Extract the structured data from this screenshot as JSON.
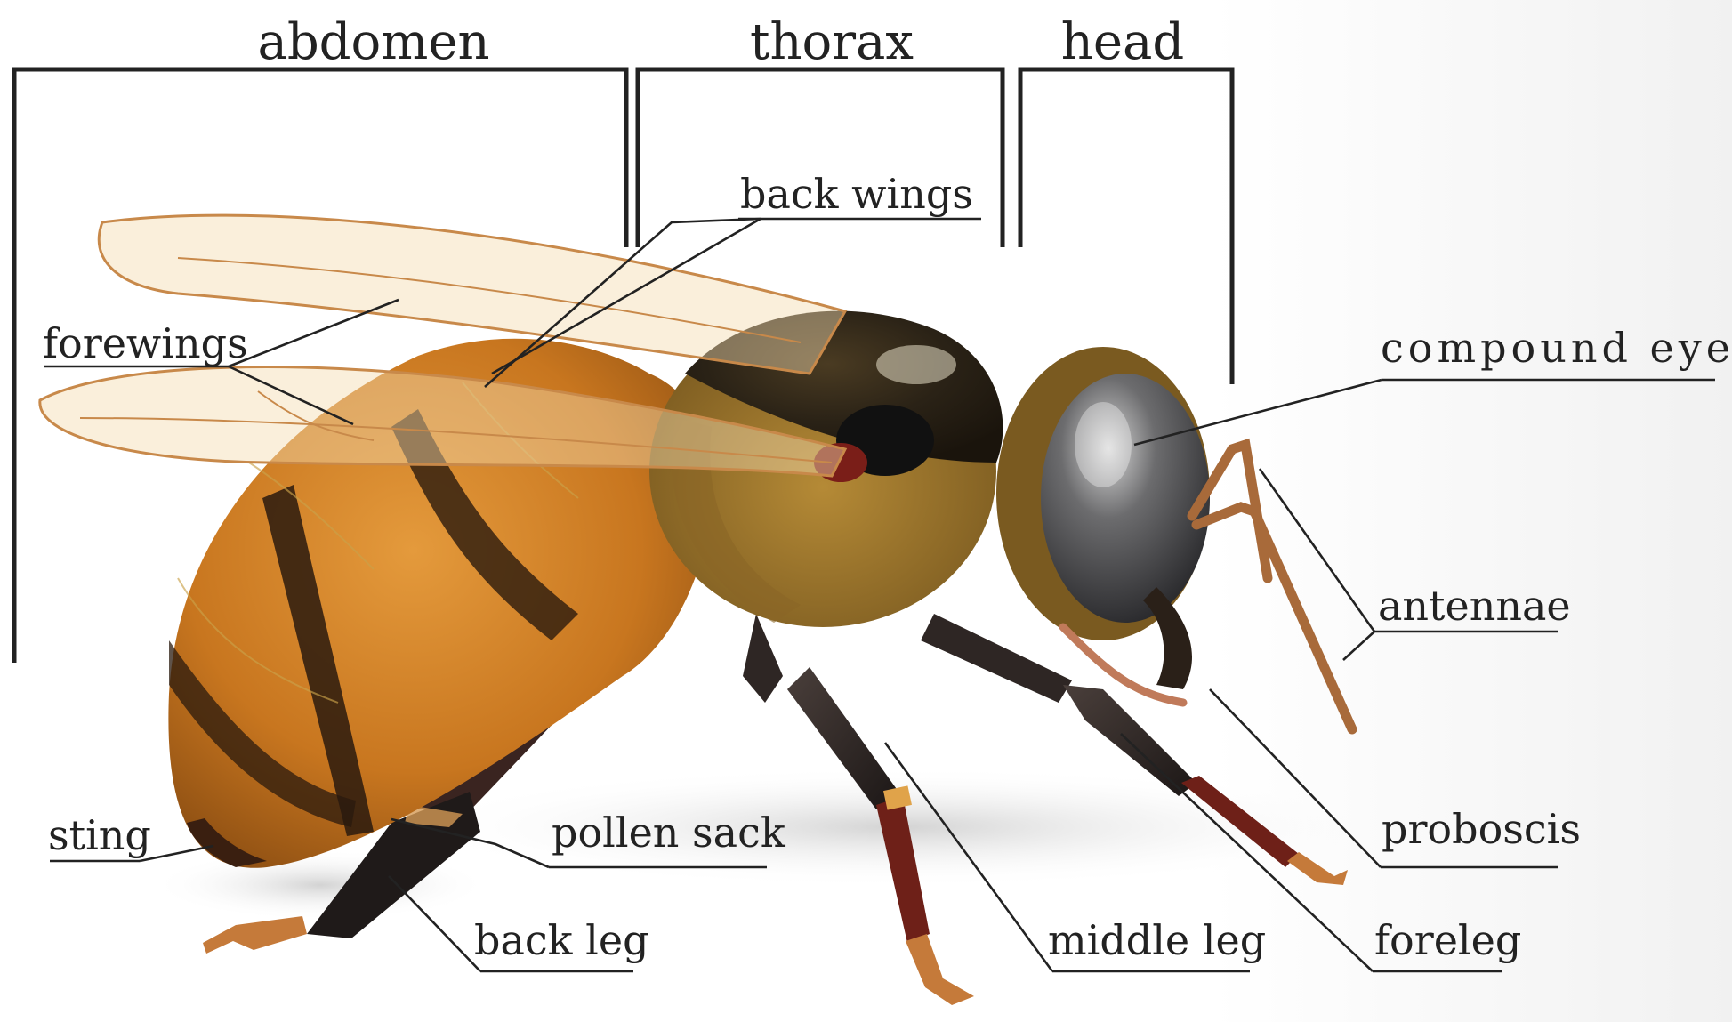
{
  "diagram": {
    "segments": {
      "abdomen": "abdomen",
      "thorax": "thorax",
      "head": "head"
    },
    "labels": {
      "back_wings": "back wings",
      "forewings": "forewings",
      "compound_eye": "compound eye",
      "antennae": "antennae",
      "proboscis": "proboscis",
      "sting": "sting",
      "pollen_sack": "pollen sack",
      "back_leg": "back leg",
      "middle_leg": "middle leg",
      "foreleg": "foreleg"
    },
    "colors": {
      "abdomen_orange": "#c8761f",
      "stripe_dark": "#2a1a0e",
      "thorax_fur": "#a9802e",
      "eye_gray": "#3a3a3c",
      "leg_dark": "#2b2422",
      "leg_red": "#6e2018",
      "wing_fill": "#f3dcb0",
      "wing_vein": "#c8894a",
      "ink": "#222222"
    }
  }
}
